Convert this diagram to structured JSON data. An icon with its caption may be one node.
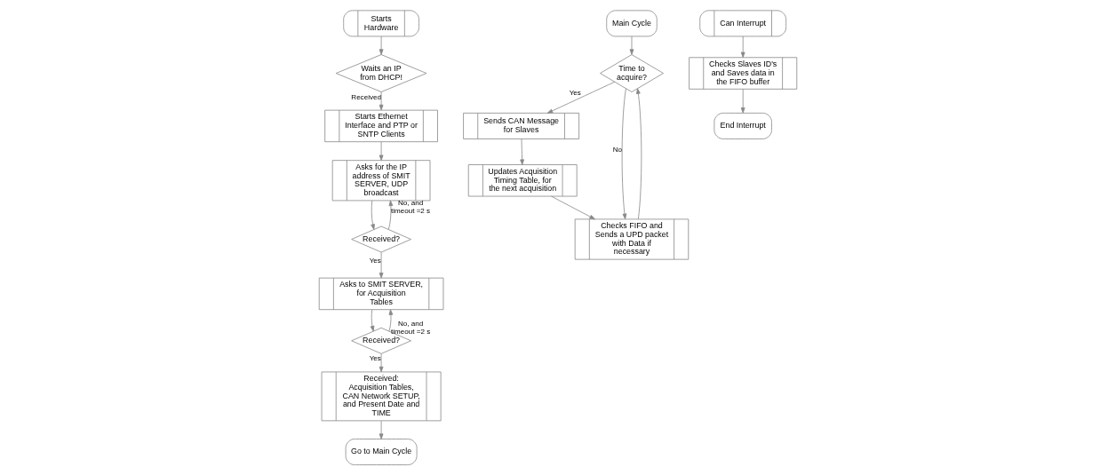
{
  "diagram": {
    "nodes": [
      {
        "text": [
          "Starts Hardware"
        ]
      },
      {
        "text": [
          "Waits an IP from DHCP!"
        ]
      },
      {
        "text": [
          "Starts Ethernet Interface and PTP or SNTP Clients"
        ]
      },
      {
        "text": [
          "Asks for the IP address of SMIT SERVER, UDP broadcast"
        ]
      },
      {
        "text": [
          "Received?"
        ]
      },
      {
        "text": [
          "Asks to SMIT SERVER, for Acquisition Tables"
        ]
      },
      {
        "text": [
          "Received?"
        ]
      },
      {
        "text": [
          "Received: Acquisition Tables, CAN Network SETUP, and Present Date and TIME"
        ]
      },
      {
        "text": [
          "Go to Main Cycle"
        ]
      },
      {
        "text": [
          "Main Cycle"
        ]
      },
      {
        "text": [
          "Time to acquire?"
        ]
      },
      {
        "text": [
          "Sends CAN Message for Slaves"
        ]
      },
      {
        "text": [
          "Updates Acquisition Timing Table, for the next acquisition"
        ]
      },
      {
        "text": [
          "Checks FIFO and Sends a UPD packet with Data if necessary"
        ]
      },
      {
        "text": [
          "Can Interrupt"
        ]
      },
      {
        "text": [
          "Checks Slaves ID's and Saves data in the FIFO buffer"
        ]
      },
      {
        "text": [
          "End Interrupt"
        ]
      }
    ],
    "edges": [
      {
        "from": 0,
        "to": 1,
        "arrow": "to"
      },
      {
        "from": 1,
        "to": 2,
        "arrow": "to",
        "label": "Received"
      },
      {
        "from": 2,
        "to": 3,
        "arrow": "to"
      },
      {
        "from": 3,
        "to": 4,
        "arrow": "to"
      },
      {
        "from": 4,
        "to": 3,
        "arrow": "to",
        "label": "No, and timeout =2 s"
      },
      {
        "from": 4,
        "to": 5,
        "arrow": "to",
        "label": "Yes"
      },
      {
        "from": 5,
        "to": 6,
        "arrow": "to"
      },
      {
        "from": 6,
        "to": 5,
        "arrow": "to",
        "label": "No, and timeout =2 s"
      },
      {
        "from": 6,
        "to": 7,
        "arrow": "to",
        "label": "Yes"
      },
      {
        "from": 7,
        "to": 8,
        "arrow": "to"
      },
      {
        "from": 9,
        "to": 10,
        "arrow": "to"
      },
      {
        "from": 10,
        "to": 11,
        "arrow": "to",
        "label": "Yes"
      },
      {
        "from": 11,
        "to": 12,
        "arrow": "to"
      },
      {
        "from": 10,
        "to": 13,
        "arrow": "to",
        "label": "No"
      },
      {
        "from": 12,
        "to": 13,
        "arrow": "to"
      },
      {
        "from": 13,
        "to": 10,
        "arrow": "to"
      },
      {
        "from": 14,
        "to": 15,
        "arrow": "to"
      },
      {
        "from": 15,
        "to": 16,
        "arrow": "to"
      }
    ]
  }
}
